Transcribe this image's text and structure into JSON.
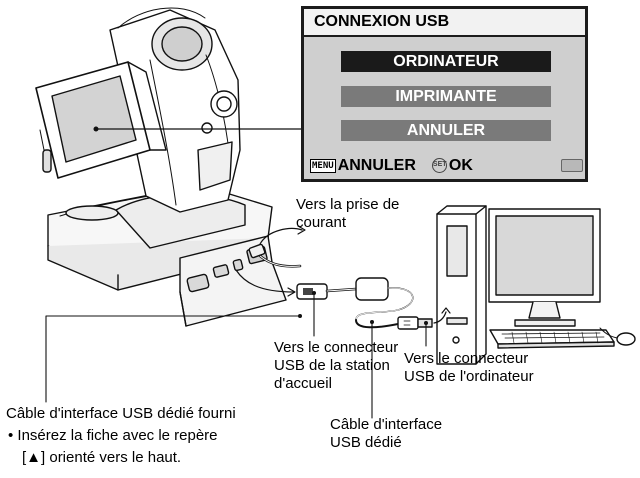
{
  "menu": {
    "title": "CONNEXION USB",
    "options": [
      "ORDINATEUR",
      "IMPRIMANTE",
      "ANNULER"
    ],
    "selected_option": "ORDINATEUR",
    "footer": {
      "menu_key": "MENU",
      "back_label": "ANNULER",
      "set_key": "SET",
      "ok_label": "OK"
    },
    "colors": {
      "selected": "#1a1a1a",
      "unselected": "#7a7a7a",
      "background": "#cfcfcf"
    }
  },
  "callouts": {
    "power": [
      "Vers la prise de",
      "courant"
    ],
    "dock_usb": [
      "Vers le connecteur",
      "USB de la station",
      "d'accueil"
    ],
    "pc_usb": [
      "Vers le connecteur",
      "USB de l'ordinateur"
    ],
    "cable_supplied": "Câble d'interface USB dédié fourni",
    "instruction": [
      "• Insérez la fiche avec le repère",
      "[▲] orienté vers le haut."
    ],
    "cable": [
      "Câble d'interface",
      "USB dédié"
    ]
  },
  "icons": {
    "camera": "video-camera-illustration",
    "dock": "docking-station-illustration",
    "pc": "desktop-computer-illustration",
    "cable": "usb-cable-illustration"
  }
}
